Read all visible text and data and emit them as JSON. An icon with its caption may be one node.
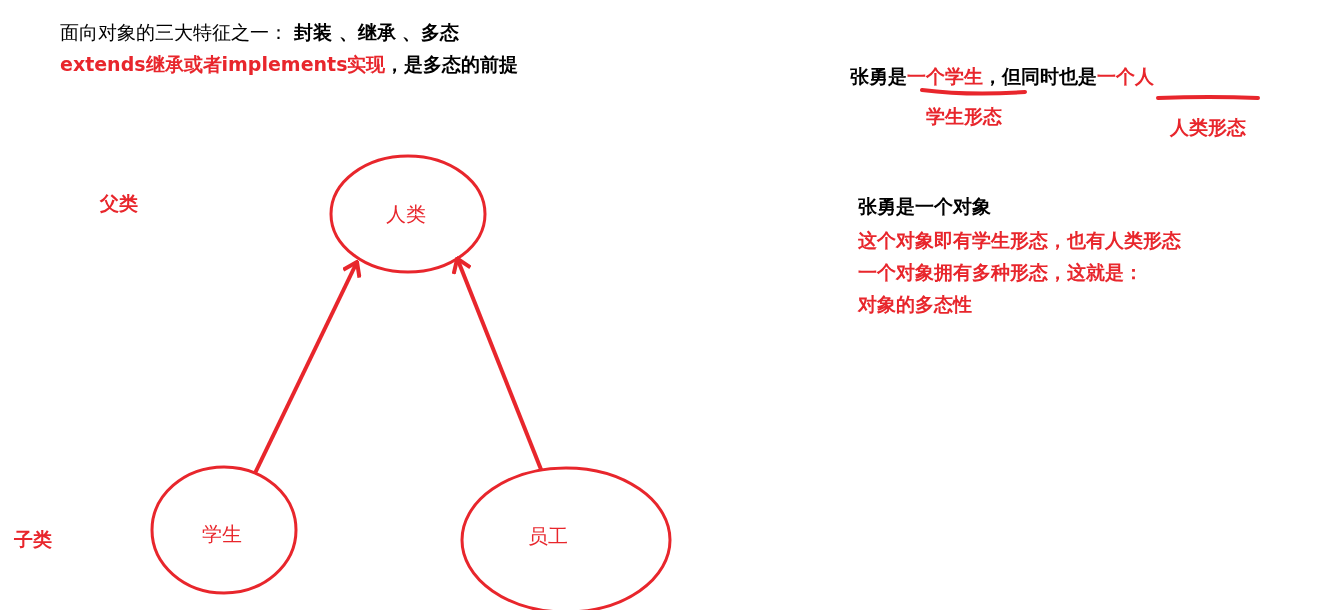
{
  "diagram": {
    "nodes": [
      {
        "text": [
          "人类"
        ]
      },
      {
        "text": [
          "学生"
        ]
      },
      {
        "text": [
          "员工"
        ]
      }
    ],
    "edges": [
      {
        "from": 1,
        "to": 0,
        "arrow": "to"
      },
      {
        "from": 2,
        "to": 0,
        "arrow": "to"
      }
    ],
    "labels": [
      "面向对象的三大特征之一：  **封装 、继承 、多态**",
      "extends继承或者implements实现",
      "，是多态的前提",
      "张勇是",
      "一个学生",
      "，但同时也是",
      "一个人",
      "学生形态",
      "人类形态",
      "父类",
      "张勇是一个对象",
      "这个对象即有学生形态，也有人类形态",
      "一个对象拥有多种形态，这就是：",
      "对象的多态性",
      "子类"
    ]
  }
}
